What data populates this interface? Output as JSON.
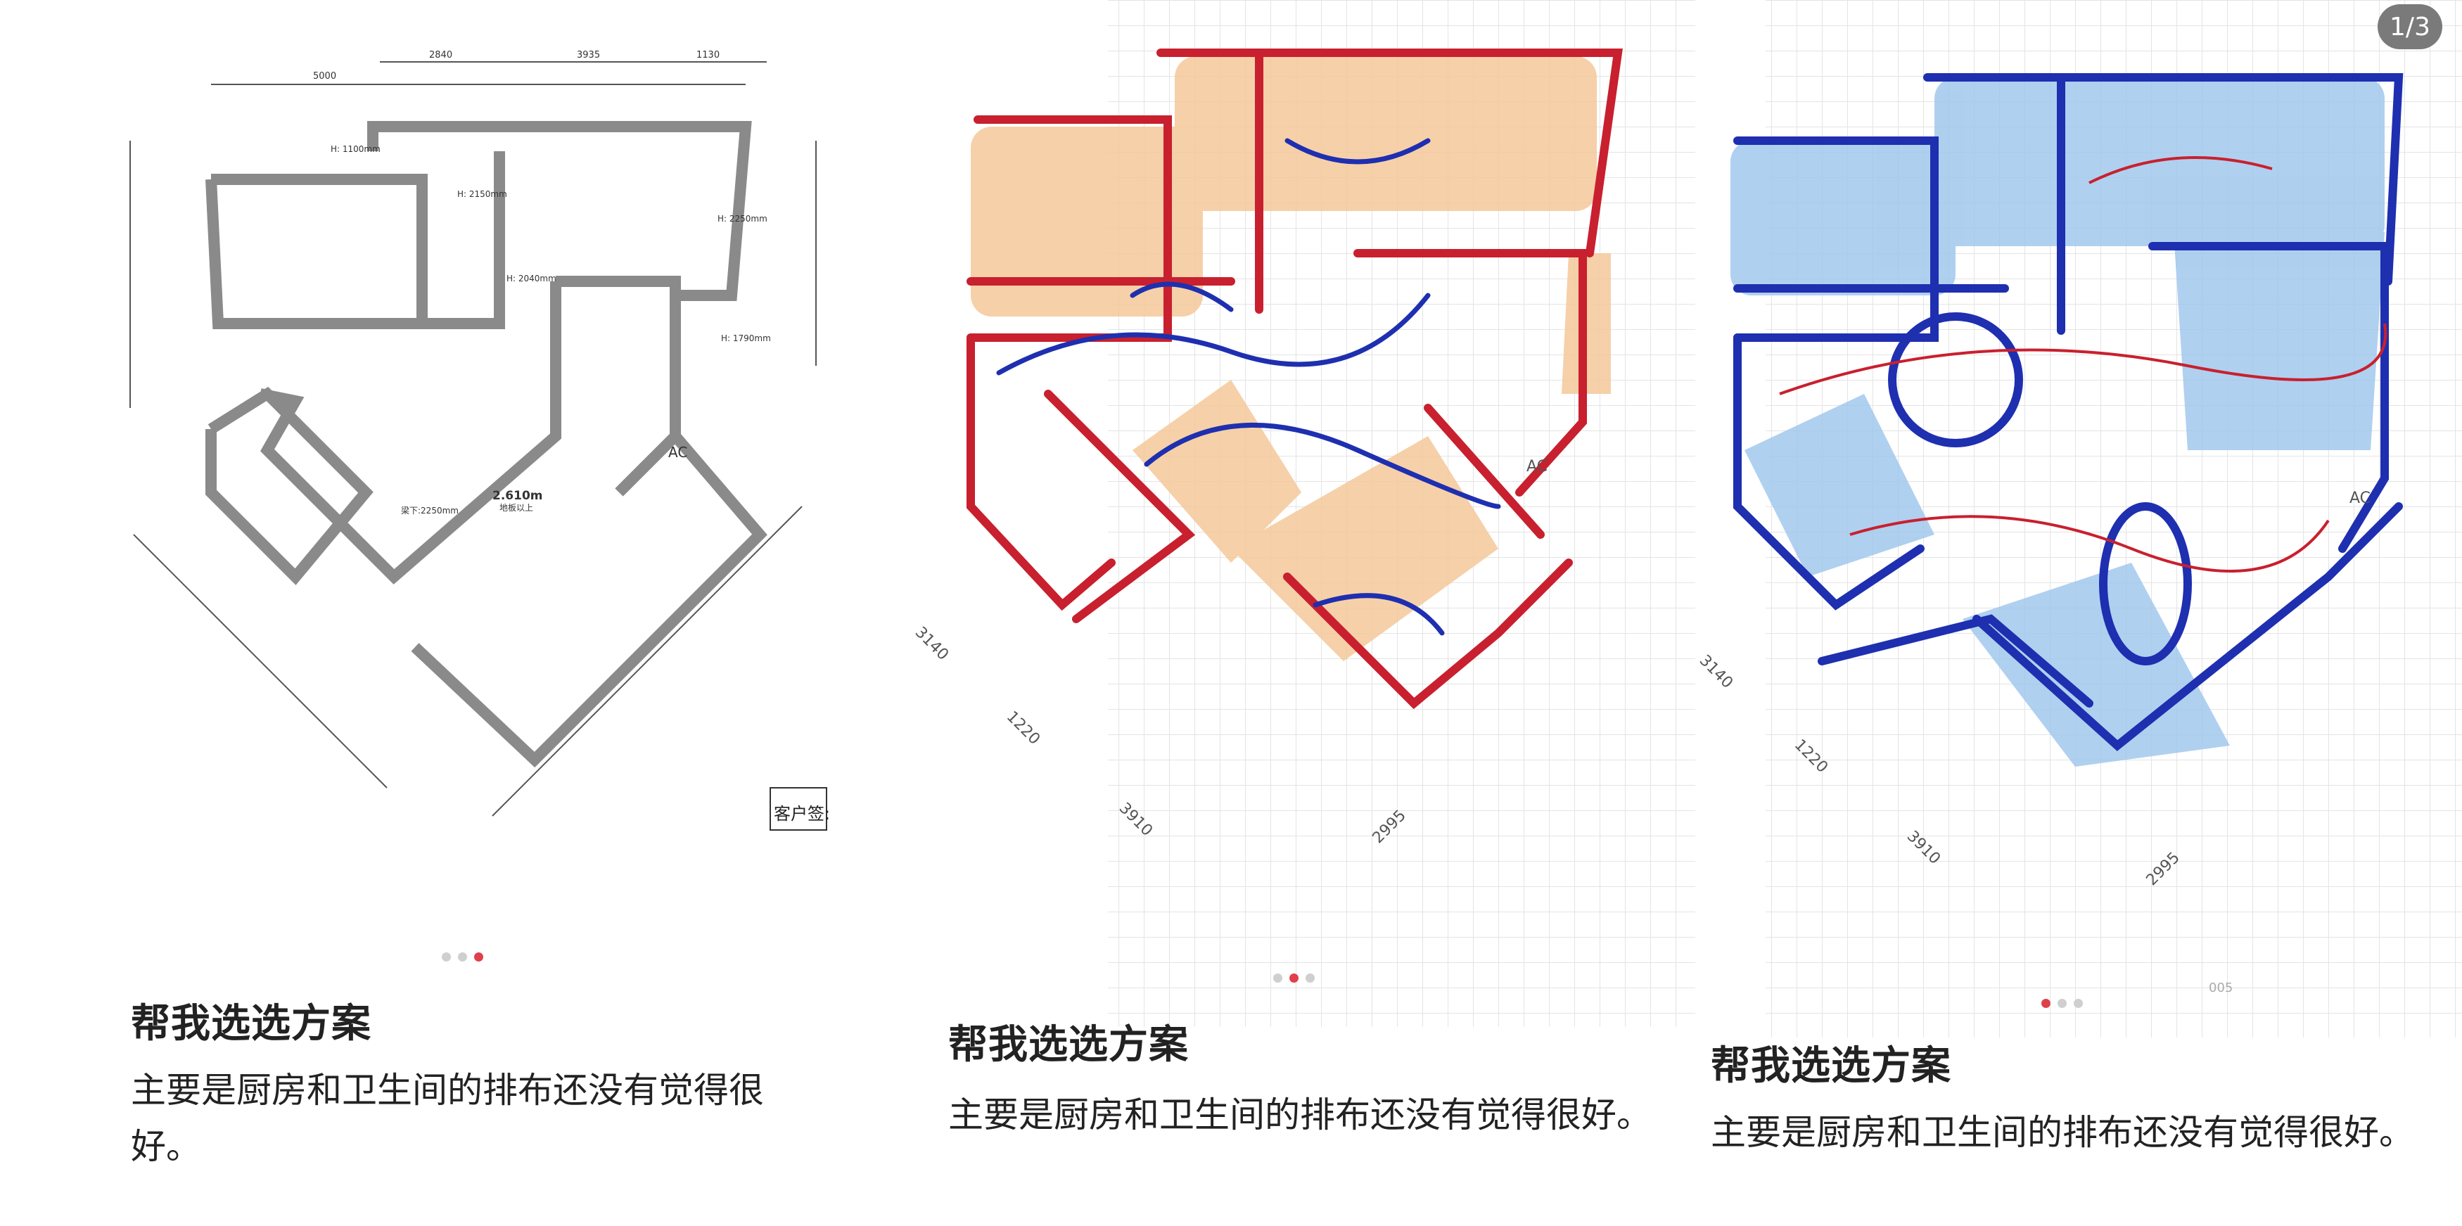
{
  "posts": [
    {
      "title": "帮我选选方案",
      "description": "主要是厨房和卫生间的排布还没有觉得很好。",
      "image_indicator": {
        "total": 3,
        "active": 3
      },
      "plan_labels": {
        "ceiling_height": "2.610m",
        "ceiling_note": "地板以上",
        "ac": "AC",
        "client_sign": "客户签:",
        "dim_top_1": "5000",
        "dim_top_2": "2840",
        "dim_top_3": "3935",
        "dim_top_4": "1130",
        "h_label_1": "H: 1100mm",
        "h_label_2": "H: 2150mm",
        "h_label_3": "H: 2040mm",
        "h_label_4": "H: 2250mm",
        "h_label_5": "H: 1790mm",
        "beam": "梁下:2250mm"
      }
    },
    {
      "title": "帮我选选方案",
      "description": "主要是厨房和卫生间的排布还没有觉得很好。",
      "image_indicator": {
        "total": 3,
        "active": 2
      },
      "plan_labels": {
        "ac": "AC",
        "dim_1": "3140",
        "dim_2": "1220",
        "dim_3": "3910",
        "dim_4": "2995"
      }
    },
    {
      "title": "帮我选选方案",
      "description": "主要是厨房和卫生间的排布还没有觉得很好。",
      "image_indicator": {
        "total": 3,
        "active": 1
      },
      "plan_labels": {
        "ac": "AC",
        "dim_1": "3140",
        "dim_2": "1220",
        "dim_3": "3910",
        "dim_4": "2995",
        "page_no": "005"
      }
    }
  ],
  "viewer": {
    "counter": "1/3"
  },
  "colors": {
    "red_marker": "#c8202e",
    "blue_marker": "#1e2fb0",
    "orange_fill": "#f5c89a",
    "blue_fill": "#9cc4ec",
    "wall": "#8a8a8a"
  }
}
